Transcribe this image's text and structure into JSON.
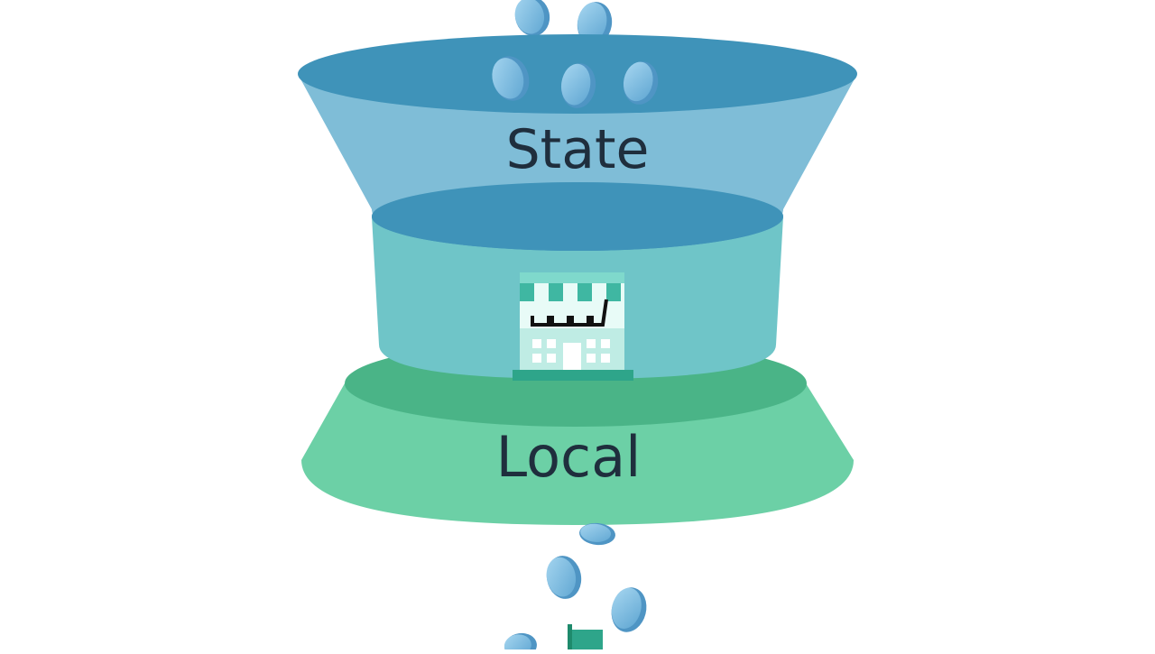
{
  "diagram": {
    "tiers": [
      {
        "id": "state",
        "label": "State",
        "color_top": "#3f93b9",
        "color_body": "#7bbbd6"
      },
      {
        "id": "middle",
        "label": "",
        "color_top": "#3f93b9",
        "color_body": "#6fc5c8"
      },
      {
        "id": "local",
        "label": "Local",
        "color_top": "#4ab487",
        "color_body": "#6cd0a6"
      }
    ],
    "coin_color": "#7fbde0",
    "coin_edge_color": "#4f95c4",
    "building_color": "#bfece4",
    "building_accent": "#2ea58a",
    "icons": {
      "coin": "coin-icon",
      "building": "storefront-building-icon",
      "flag": "small-flag-icon"
    }
  }
}
